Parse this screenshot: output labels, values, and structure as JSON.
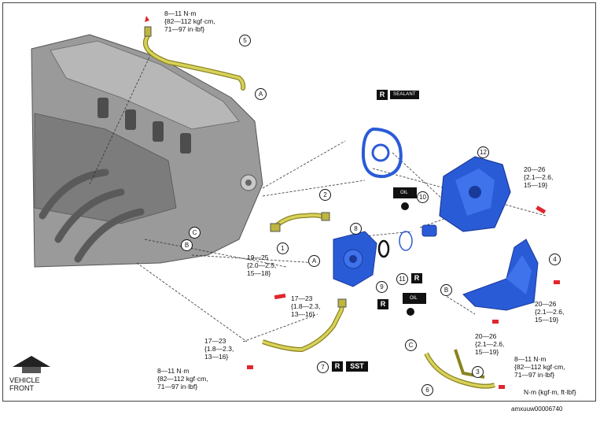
{
  "torque_specs": {
    "top": [
      "8—11 N·m",
      "{82—112 kgf·cm,",
      "71—97 in·lbf}"
    ],
    "left_mid": [
      "19—25",
      "{2.0—2.5,",
      "15—18}"
    ],
    "center": [
      "17—23",
      "{1.8—2.3,",
      "13—16}"
    ],
    "lower_left": [
      "17—23",
      "{1.8—2.3,",
      "13—16}"
    ],
    "bottom_left": [
      "8—11 N·m",
      "{82—112 kgf·cm,",
      "71—97 in·lbf}"
    ],
    "upper_right": [
      "20—26",
      "{2.1—2.6,",
      "15—19}"
    ],
    "right_mid": [
      "20—26",
      "{2.1—2.6,",
      "15—19}"
    ],
    "lower_mid": [
      "20—26",
      "{2.1—2.6,",
      "15—19}"
    ],
    "bottom_right": [
      "8—11 N·m",
      "{82—112 kgf·cm,",
      "71—97 in·lbf}"
    ]
  },
  "part_numbers": [
    "1",
    "2",
    "3",
    "4",
    "5",
    "6",
    "7",
    "8",
    "9",
    "10",
    "11",
    "12"
  ],
  "reference_letters": [
    "A",
    "A",
    "B",
    "B",
    "C",
    "C"
  ],
  "tags": {
    "r": "R",
    "sealant": "SEALANT",
    "sst": "SST",
    "oil": "OIL"
  },
  "vehicle_front": [
    "VEHICLE",
    "FRONT"
  ],
  "units_legend": "N·m {kgf·m, ft·lbf}",
  "figure_id": "amxuuw00006740",
  "colors": {
    "part_blue": "#2a5bd7",
    "part_blue_dark": "#1a3a9a",
    "hose_yellow": "#c8c23a",
    "bolt_red": "#e0262e",
    "engine_gray": "#8c8c8c"
  }
}
